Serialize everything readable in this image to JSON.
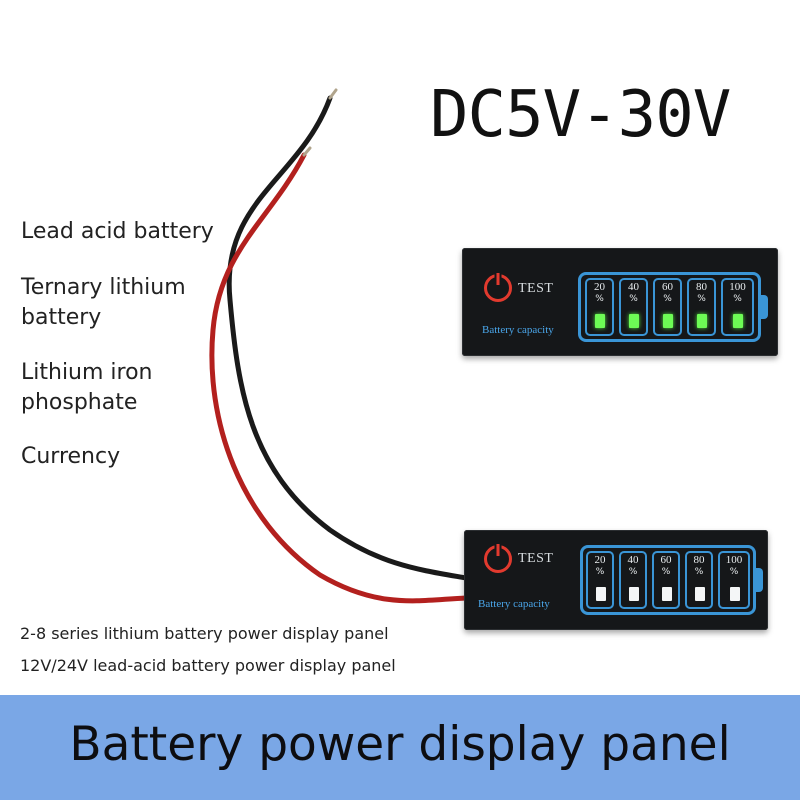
{
  "headline": "DC5V-30V",
  "battery_types": [
    "Lead acid battery",
    "Ternary lithium battery",
    "Lithium iron phosphate",
    "Currency"
  ],
  "panel": {
    "test_label": "TEST",
    "capacity_label": "Battery capacity",
    "levels": [
      "20",
      "40",
      "60",
      "80",
      "100"
    ],
    "percent_symbol": "%"
  },
  "panel_top_state": "all-lit-green",
  "panel_bottom_state": "unlit",
  "captions": [
    "2-8 series lithium battery power display panel",
    "12V/24V lead-acid battery power display panel"
  ],
  "banner": {
    "title": "Battery power display panel"
  },
  "colors": {
    "banner_bg": "#7aa7e6",
    "panel_bg": "#151719",
    "frame_blue": "#3a95d6",
    "power_red": "#e23a2e",
    "led_green": "#6dfb55",
    "wire_red": "#b3201e",
    "wire_black": "#1a1a1a"
  }
}
